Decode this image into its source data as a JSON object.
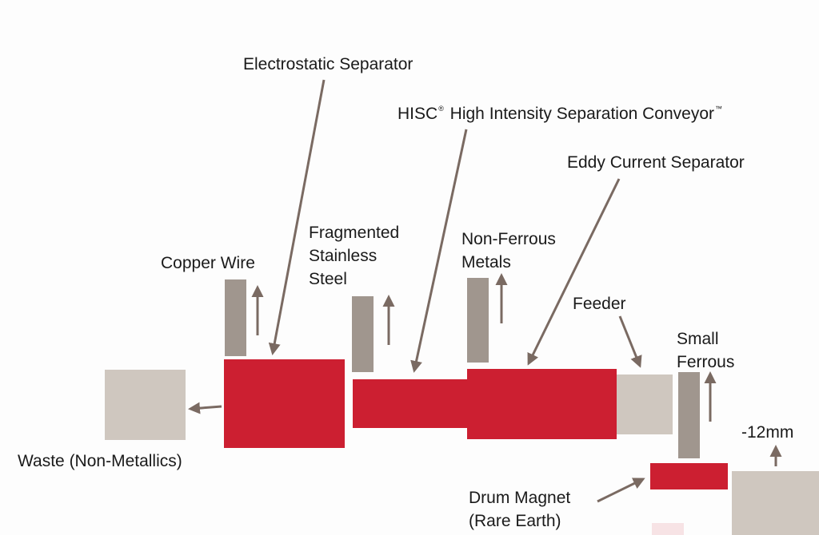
{
  "colors": {
    "red": "#cc1f31",
    "gray": "#a0968e",
    "beige": "#cfc7bf",
    "arrow": "#7a6a62"
  },
  "labels": {
    "electrostatic": "Electrostatic Separator",
    "hisc_name": "HISC",
    "hisc_reg": "®",
    "hisc_rest": "High Intensity Separation Conveyor",
    "hisc_tm": "™",
    "eddy": "Eddy Current Separator",
    "fragmented": [
      "Fragmented",
      "Stainless",
      "Steel"
    ],
    "copper": "Copper Wire",
    "nonferrous": [
      "Non-Ferrous",
      "Metals"
    ],
    "feeder": "Feeder",
    "small_ferrous": [
      "Small",
      "Ferrous"
    ],
    "minus12": "-12mm",
    "waste": "Waste (Non-Metallics)",
    "drum": [
      "Drum Magnet",
      "(Rare Earth)"
    ]
  }
}
